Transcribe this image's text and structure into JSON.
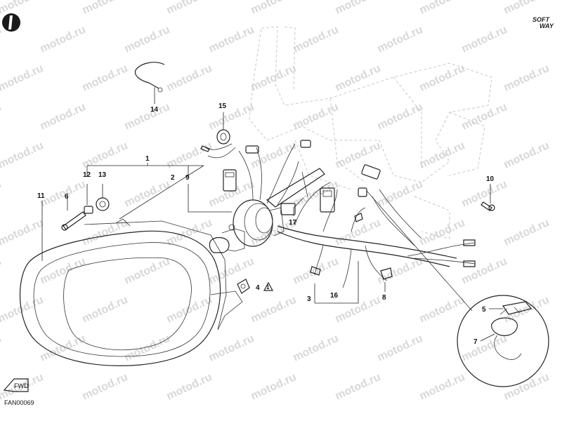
{
  "watermark": {
    "text": "motod.ru"
  },
  "brand": {
    "line1": "SOFT",
    "line2": "WAY"
  },
  "drawing_code": "FAN00069",
  "fwd_label": "FWD",
  "callouts": {
    "c1": "1",
    "c2": "2",
    "c3": "3",
    "c4": "4",
    "c5": "5",
    "c6": "6",
    "c7": "7",
    "c8": "8",
    "c9": "9",
    "c10": "10",
    "c11": "11",
    "c12": "12",
    "c13": "13",
    "c14": "14",
    "c15": "15",
    "c16": "16",
    "c17": "17"
  },
  "note_marker": "1"
}
